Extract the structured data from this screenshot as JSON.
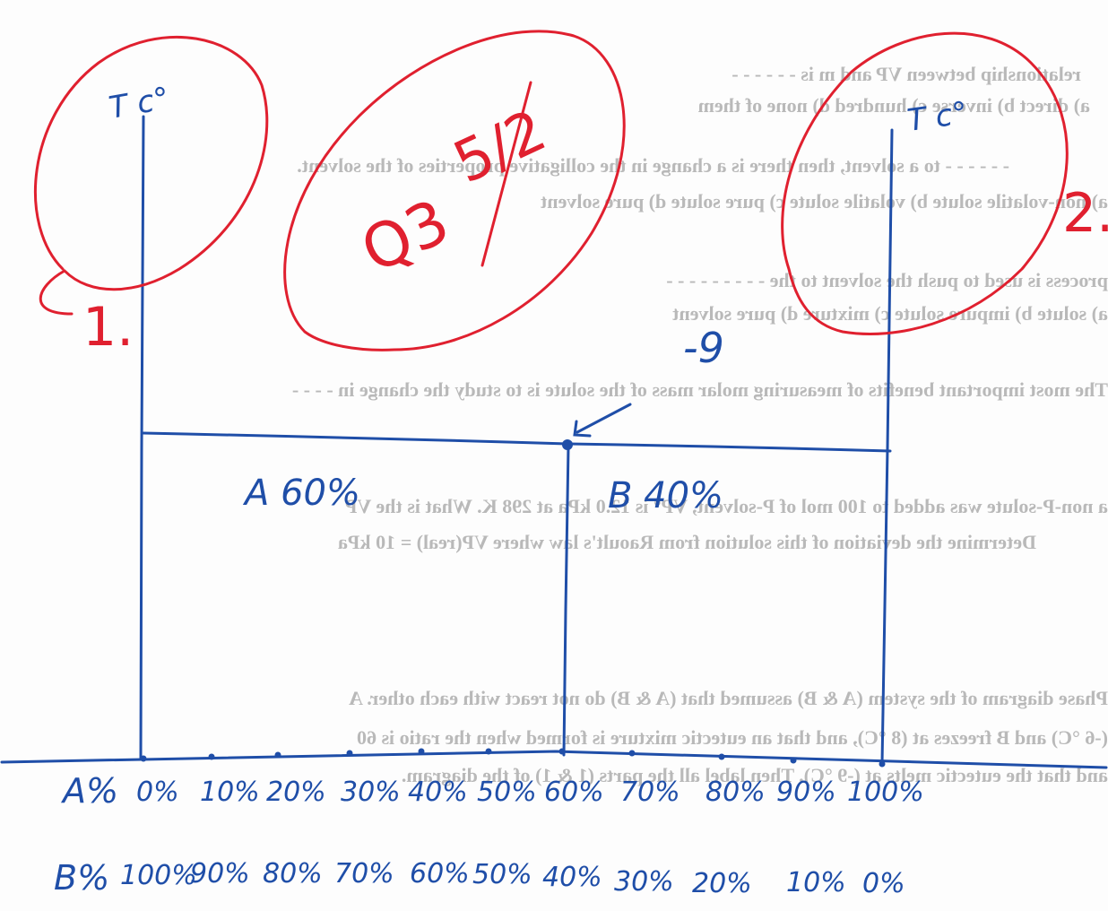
{
  "diagram": {
    "left_axis_label": "T c°",
    "right_axis_label": "T c°",
    "left_corner_number": "1.",
    "right_corner_number": "2.",
    "center_question": "Q3",
    "center_score": "5/2",
    "point_value": "-9",
    "region_left": "A 60%",
    "region_right": "B 40%",
    "row_a_label": "A%",
    "row_b_label": "B%",
    "a_ticks": [
      "0%",
      "10%",
      "20%",
      "30%",
      "40%",
      "50%",
      "60%",
      "70%",
      "80%",
      "90%",
      "100%"
    ],
    "b_ticks": [
      "100%",
      "90%",
      "80%",
      "70%",
      "60%",
      "50%",
      "40%",
      "30%",
      "20%",
      "10%",
      "0%"
    ]
  },
  "background_text": [
    "relationship between VP and m is - - - - - -",
    "a) direct        b) inverse        c) hundred        d) none of them",
    "- - - - - - to a solvent, then there is a change in the colligative properties of the solvent.",
    "a) non-volatile solute    b) volatile solute    c) pure solute    d) pure solvent",
    "process is used to push the solvent to the - - - - - - - - -",
    "a) solute    b) impure solute    c) mixture    d) pure solvent",
    "The most important benefits of measuring molar mass of the solute is to study the change in - - - -",
    "a non-P-solute was added to 100 mol of P-solvent, VP° is 12.0 kPa at 298 K. What is the VP",
    "Determine the deviation of this solution from Raoult's law where VP(real) = 10 kPa",
    "Phase diagram of the system (A & B) assumed that (A & B) do not react with each other. A",
    "(-6 °C) and B freezes at (8 °C), and that an eutectic mixture is formed when the ratio is 60",
    "and that the eutectic melts at (-9 °C). Then label all the parts (1 & 1) of the diagram."
  ],
  "colors": {
    "ink_blue": "#1f4ea8",
    "ink_red": "#e0202f",
    "bleed_gray": "#b9b9b9"
  }
}
